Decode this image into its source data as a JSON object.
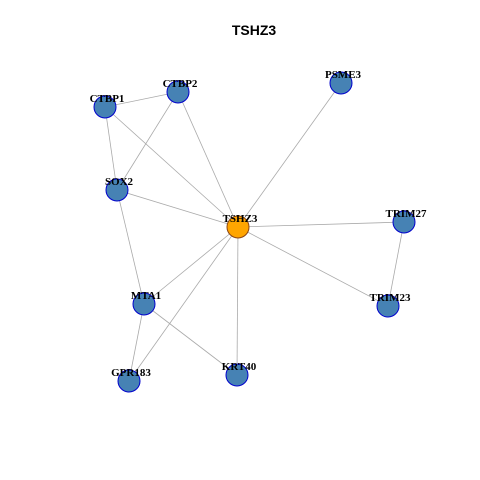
{
  "title": "TSHZ3",
  "colors": {
    "hub": "#FFA500",
    "node": "#4682B4",
    "node_border": "#0000CD",
    "hub_border": "#8B4513",
    "edge": "#AAAAAA"
  },
  "nodes": [
    {
      "id": "TSHZ3",
      "hub": true
    },
    {
      "id": "CTBP1"
    },
    {
      "id": "CTBP2"
    },
    {
      "id": "PSME3"
    },
    {
      "id": "SOX2"
    },
    {
      "id": "TRIM27"
    },
    {
      "id": "MTA1"
    },
    {
      "id": "TRIM23"
    },
    {
      "id": "GPR183"
    },
    {
      "id": "KRT40"
    }
  ],
  "edges": [
    [
      "CTBP1",
      "CTBP2"
    ],
    [
      "CTBP1",
      "SOX2"
    ],
    [
      "CTBP1",
      "TSHZ3"
    ],
    [
      "CTBP2",
      "SOX2"
    ],
    [
      "CTBP2",
      "TSHZ3"
    ],
    [
      "PSME3",
      "TSHZ3"
    ],
    [
      "SOX2",
      "TSHZ3"
    ],
    [
      "SOX2",
      "MTA1"
    ],
    [
      "TSHZ3",
      "TRIM27"
    ],
    [
      "TSHZ3",
      "TRIM23"
    ],
    [
      "TSHZ3",
      "MTA1"
    ],
    [
      "TSHZ3",
      "GPR183"
    ],
    [
      "TSHZ3",
      "KRT40"
    ],
    [
      "TRIM27",
      "TRIM23"
    ],
    [
      "MTA1",
      "GPR183"
    ],
    [
      "MTA1",
      "KRT40"
    ]
  ]
}
